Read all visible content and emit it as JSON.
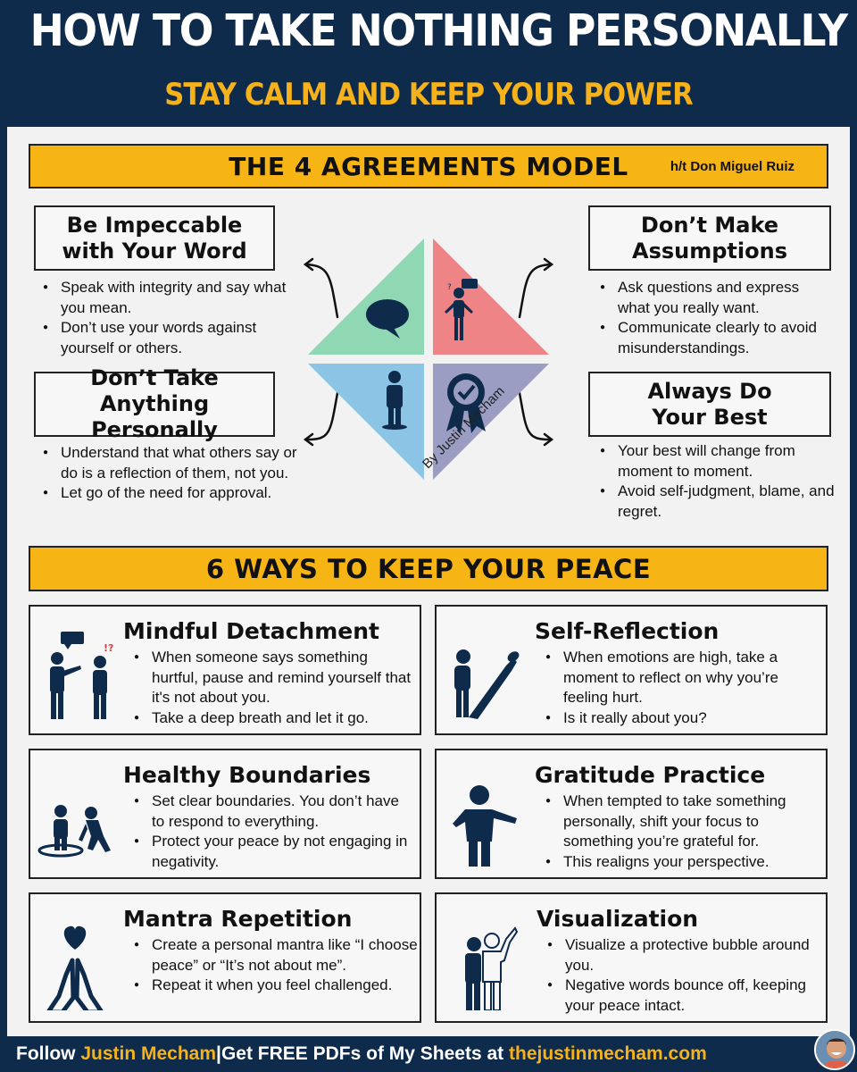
{
  "header": {
    "title": "HOW TO TAKE NOTHING PERSONALLY",
    "subtitle": "STAY CALM AND KEEP YOUR POWER"
  },
  "agreements_section": {
    "title": "THE 4 AGREEMENTS MODEL",
    "hat_tip": "h/t  Don Miguel Ruiz",
    "byline": "By Justin Mecham",
    "items": [
      {
        "title_line1": "Be Impeccable",
        "title_line2": "with Your Word",
        "bullets": [
          "Speak with integrity and say what you mean.",
          "Don’t use your words against yourself or others."
        ],
        "icon": "speech-bubble-icon",
        "color": "#8fd8b3"
      },
      {
        "title_line1": "Don’t Make",
        "title_line2": "Assumptions",
        "bullets": [
          "Ask questions and express what you really want.",
          "Communicate clearly to avoid misunderstandings."
        ],
        "icon": "confused-person-icon",
        "color": "#ef8487"
      },
      {
        "title_line1": "Don’t Take",
        "title_line2": "Anything Personally",
        "bullets": [
          "Understand that what others say or do is a reflection of them, not you.",
          "Let go of the need for approval."
        ],
        "icon": "standing-person-icon",
        "color": "#8cc4e6"
      },
      {
        "title_line1": "Always Do",
        "title_line2": "Your Best",
        "bullets": [
          "Your best will change from moment to moment.",
          "Avoid self-judgment, blame, and regret."
        ],
        "icon": "award-badge-icon",
        "color": "#9b9dc2"
      }
    ]
  },
  "ways_section": {
    "title": "6 WAYS TO KEEP YOUR PEACE",
    "cards": [
      {
        "title": "Mindful Detachment",
        "icon": "two-people-talking-icon",
        "bullets": [
          "When someone says something hurtful, pause and remind yourself that it's not about you.",
          "Take a deep breath and let it go."
        ]
      },
      {
        "title": "Self-Reflection",
        "icon": "person-shadow-icon",
        "bullets": [
          "When emotions are high, take a moment to reflect on why you’re feeling hurt.",
          "Is it really about you?"
        ]
      },
      {
        "title": "Healthy Boundaries",
        "icon": "boundary-circle-icon",
        "bullets": [
          "Set clear boundaries. You don’t have to respond to everything.",
          "Protect your peace by not engaging in negativity."
        ]
      },
      {
        "title": "Gratitude Practice",
        "icon": "gesturing-person-icon",
        "bullets": [
          "When tempted to take something personally, shift your focus to something you’re grateful for.",
          "This realigns your perspective."
        ]
      },
      {
        "title": "Mantra Repetition",
        "icon": "praying-hands-heart-icon",
        "bullets": [
          "Create a personal mantra like “I choose peace” or “It’s not about me”.",
          "Repeat it when you feel challenged."
        ]
      },
      {
        "title": "Visualization",
        "icon": "two-people-pointing-icon",
        "bullets": [
          "Visualize a protective bubble around you.",
          "Negative words bounce off, keeping your peace intact."
        ]
      }
    ]
  },
  "footer": {
    "follow": "Follow ",
    "name": "Justin Mecham",
    "separator": "|",
    "cta": "Get FREE PDFs of My Sheets at ",
    "site": "thejustinmecham.com"
  },
  "colors": {
    "navy": "#0f2b4c",
    "gold": "#f5b21b",
    "banner": "#f7b515",
    "icon": "#0f2b4c"
  }
}
